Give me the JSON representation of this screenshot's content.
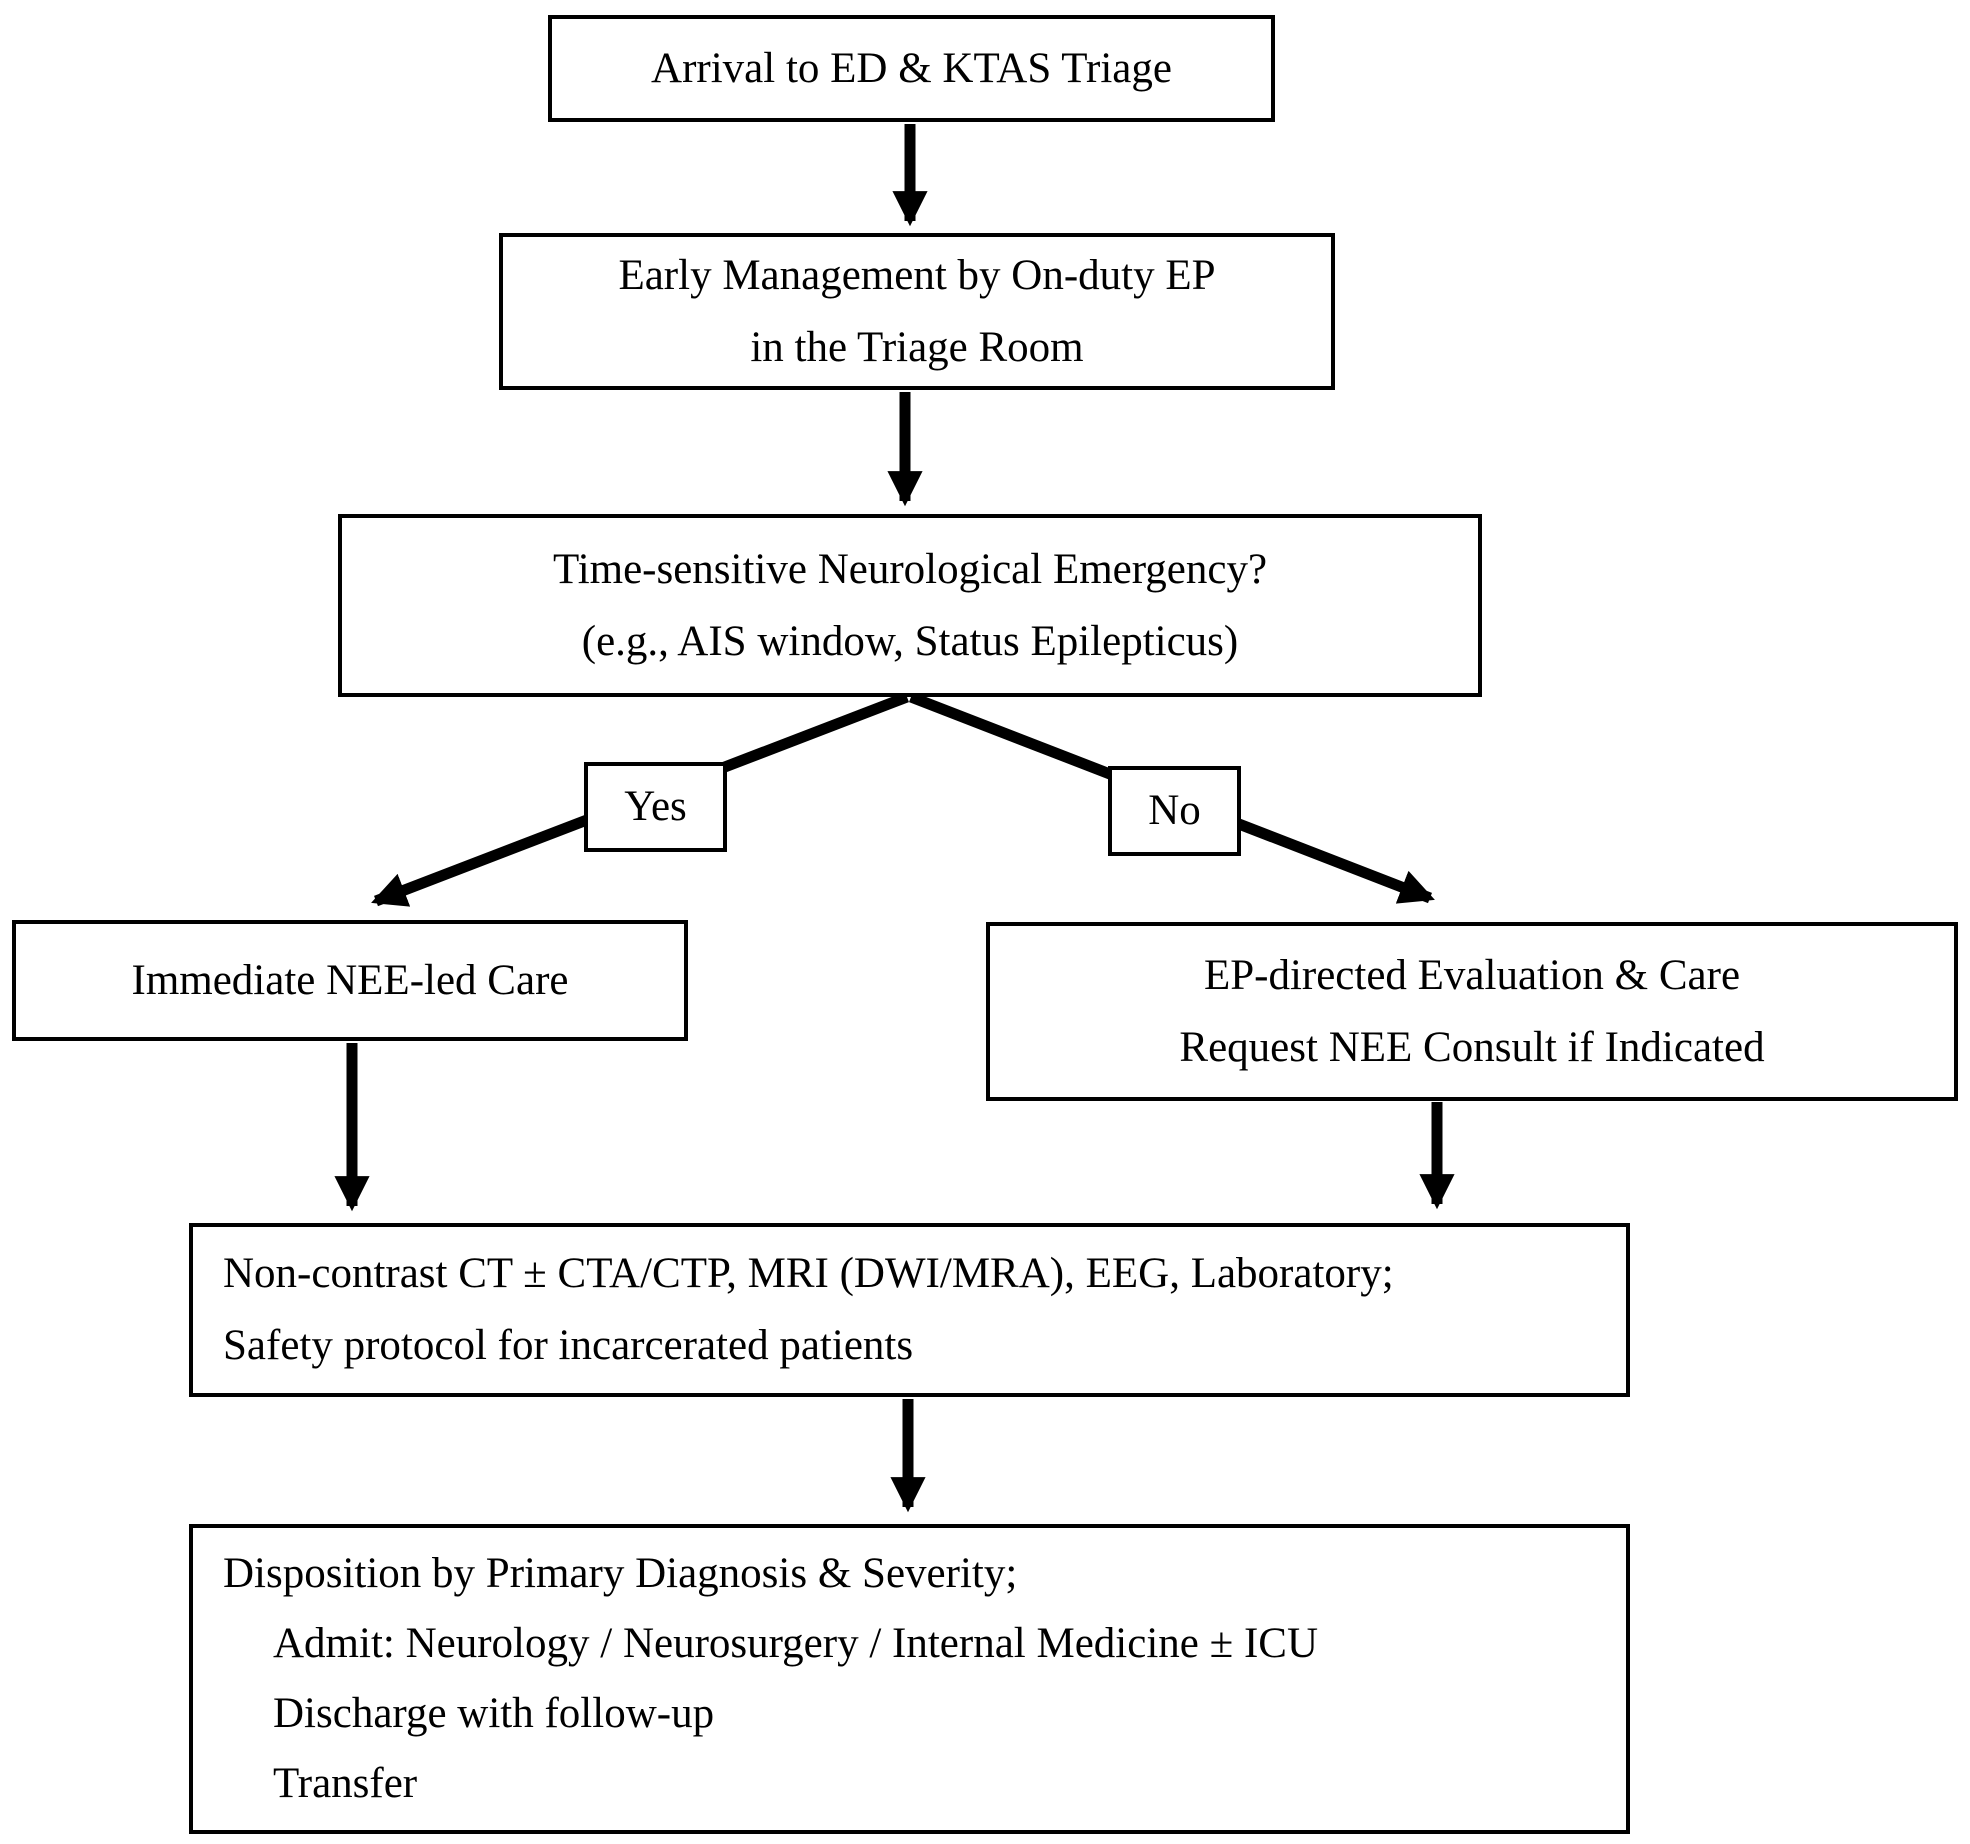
{
  "colors": {
    "ink": "#000000",
    "background": "#ffffff"
  },
  "flowchart": {
    "arrival": {
      "lines": [
        "Arrival to ED & KTAS Triage"
      ]
    },
    "early_management": {
      "lines": [
        "Early Management by On-duty EP",
        "in the Triage Room"
      ]
    },
    "decision": {
      "lines": [
        "Time-sensitive Neurological Emergency?",
        "(e.g., AIS window, Status Epilepticus)"
      ]
    },
    "branch_yes": {
      "label": "Yes"
    },
    "branch_no": {
      "label": "No"
    },
    "immediate_nee": {
      "lines": [
        "Immediate NEE-led Care"
      ]
    },
    "ep_directed": {
      "lines": [
        "EP-directed Evaluation & Care",
        "Request NEE Consult if Indicated"
      ]
    },
    "workup": {
      "lines": [
        "Non-contrast CT ± CTA/CTP, MRI (DWI/MRA), EEG, Laboratory;",
        "Safety protocol for incarcerated patients"
      ]
    },
    "disposition": {
      "lines": [
        "Disposition by Primary Diagnosis & Severity;",
        "Admit: Neurology / Neurosurgery / Internal Medicine ± ICU",
        "Discharge with follow-up",
        "Transfer"
      ]
    }
  }
}
